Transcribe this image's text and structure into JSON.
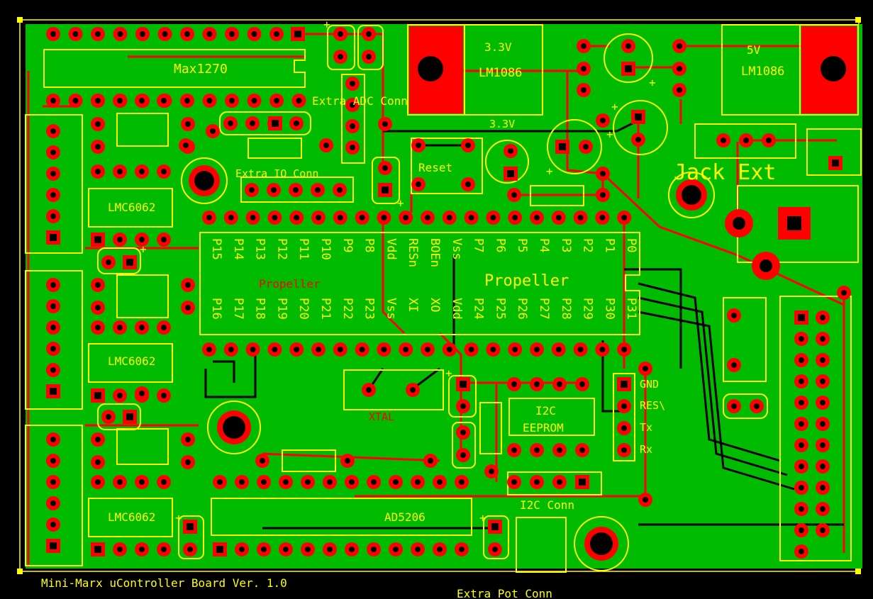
{
  "title": "Mini-Marx uController Board Ver. 1.0",
  "bottom_label": "Extra Pot Conn",
  "colors": {
    "background": "#000000",
    "board": "#00bb00",
    "copper_top": "#ff0000",
    "copper_bottom": "#000000",
    "silkscreen": "#ffff00",
    "text_red": "#ff0000"
  },
  "labels": {
    "max1270": "Max1270",
    "extra_adc": "Extra ADC Conn",
    "extra_io": "Extra IO Conn",
    "reg_left_voltage": "3.3V",
    "reg_left_part": "LM1086",
    "reg_right_voltage": "5V",
    "reg_right_part": "LM1086",
    "rail_33": "3.3V",
    "reset": "Reset",
    "jack_ext": "Jack Ext",
    "lmc1": "LMC6062",
    "lmc2": "LMC6062",
    "lmc3": "LMC6062",
    "propeller_red": "Propeller",
    "propeller_main": "Propeller",
    "xtal": "XTAL",
    "i2c_eeprom_1": "I2C",
    "i2c_eeprom_2": "EEPROM",
    "i2c_conn": "I2C Conn",
    "ad5206": "AD5206",
    "prog_gnd": "GND",
    "prog_res": "RES\\",
    "prog_tx": "Tx",
    "prog_rx": "Rx"
  },
  "prop_top_pins": [
    "P15",
    "P14",
    "P13",
    "P12",
    "P11",
    "P10",
    "P9",
    "P8",
    "Vdd",
    "RESn",
    "BOEn",
    "Vss",
    "P7",
    "P6",
    "P5",
    "P4",
    "P3",
    "P2",
    "P1",
    "P0"
  ],
  "prop_bottom_pins": [
    "P16",
    "P17",
    "P18",
    "P19",
    "P20",
    "P21",
    "P22",
    "P23",
    "Vss",
    "XI",
    "XO",
    "Vdd",
    "P24",
    "P25",
    "P26",
    "P27",
    "P28",
    "P29",
    "P30",
    "P31"
  ]
}
